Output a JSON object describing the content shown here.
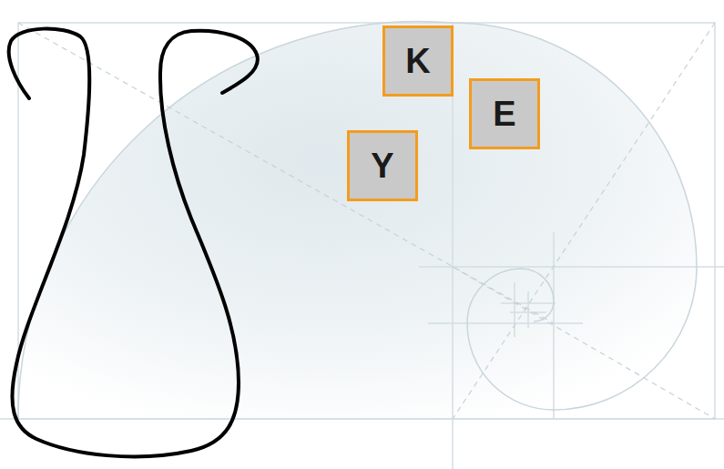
{
  "diagram": {
    "nodes": [
      {
        "text": [
          "K"
        ]
      },
      {
        "text": [
          "E"
        ]
      },
      {
        "text": [
          "Y"
        ]
      }
    ]
  }
}
